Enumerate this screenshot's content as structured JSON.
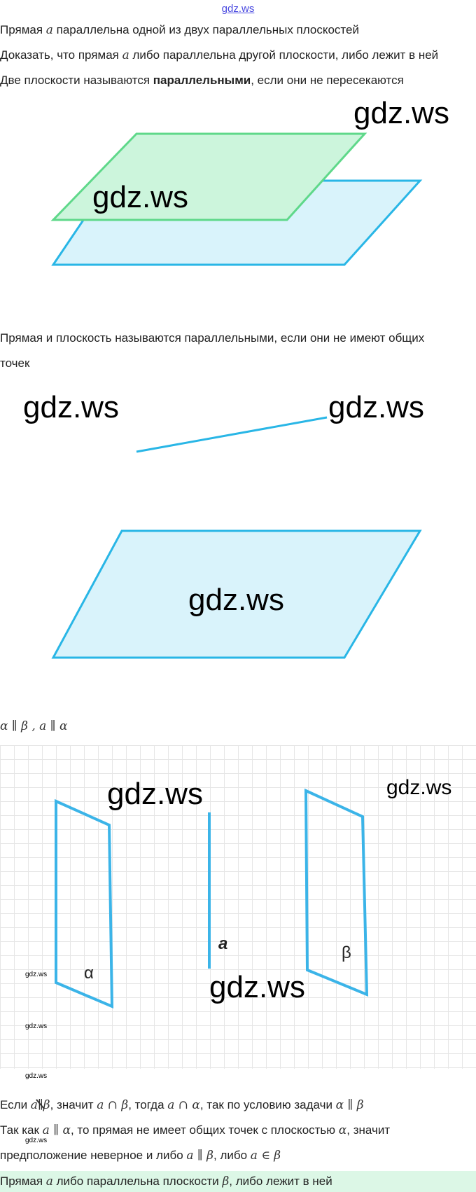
{
  "watermark": "gdz.ws",
  "problem": {
    "line1": {
      "a": "Прямая ",
      "var": "a",
      "b": " параллельна одной из двух параллельных плоскостей"
    },
    "line2": {
      "a": "Доказать, что прямая ",
      "var": "a",
      "b": " либо параллельна другой плоскости, либо лежит в ней"
    },
    "line3": {
      "a": "Две плоскости называются ",
      "bold": "параллельными",
      "b": ", если они не пересекаются"
    }
  },
  "def2": {
    "line1": "Прямая и плоскость называются параллельными, если они не имеют общих",
    "line2": "точек"
  },
  "given": "α ∥ β , a ∥ α",
  "figure_labels": {
    "alpha": "α",
    "line": "a",
    "beta": "β"
  },
  "solution": {
    "l1": {
      "a": "Если ",
      "v1": "a",
      "rel": "∥",
      "v2": "β",
      "b": ", значит ",
      "c": "a ∩ β",
      "d": ", тогда ",
      "e": "a ∩ α",
      "f": ", так по условию задачи ",
      "g": "α ∥ β"
    },
    "l2": {
      "a": "Так как ",
      "v": "a ∥ α",
      "b": ", то прямая не имеет общих точек с плоскостью ",
      "c": "α",
      "d": ", значит"
    },
    "l3": {
      "a": "предположение неверное и либо ",
      "v": "a ∥ β",
      "b": ", либо ",
      "c": "a ∈ β"
    }
  },
  "answer": {
    "a": "Прямая ",
    "v1": "a",
    "b": " либо параллельна плоскости ",
    "v2": "β",
    "c": ", либо лежит в ней"
  },
  "colors": {
    "green_plane": "#ccf5dc",
    "green_stroke": "#5fd88a",
    "blue_plane": "#d9f3fb",
    "blue_stroke": "#29b6e6",
    "answer_bg": "#dcf7e6"
  }
}
